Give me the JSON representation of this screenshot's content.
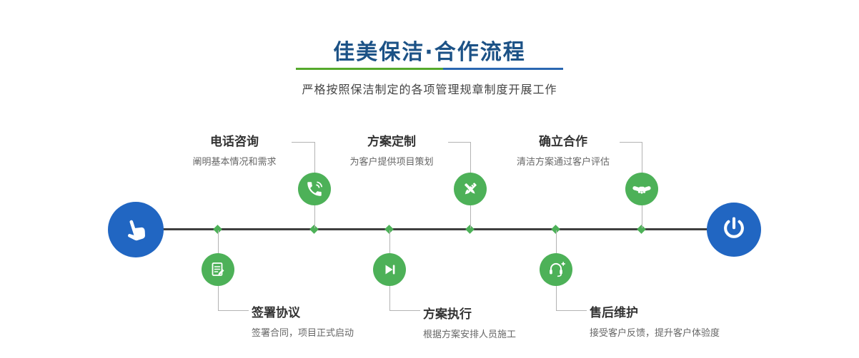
{
  "header": {
    "title": "佳美保洁·合作流程",
    "subtitle": "严格按照保洁制定的各项管理规章制度开展工作"
  },
  "steps_top": [
    {
      "title": "电话咨询",
      "desc": "阐明基本情况和需求",
      "icon": "phone-icon"
    },
    {
      "title": "方案定制",
      "desc": "为客户提供项目策划",
      "icon": "design-icon"
    },
    {
      "title": "确立合作",
      "desc": "清洁方案通过客户评估",
      "icon": "handshake-icon"
    }
  ],
  "steps_bottom": [
    {
      "title": "签署协议",
      "desc": "签署合同，项目正式启动",
      "icon": "contract-icon"
    },
    {
      "title": "方案执行",
      "desc": "根据方案安排人员施工",
      "icon": "play-icon"
    },
    {
      "title": "售后维护",
      "desc": "接受客户反馈，提升客户体验度",
      "icon": "headset-icon"
    }
  ],
  "nodes": {
    "start_icon": "pointer-hand-icon",
    "end_icon": "power-icon"
  },
  "colors": {
    "accent_green": "#4db158",
    "accent_blue": "#2166c2",
    "title_blue": "#1c5286",
    "divider_green": "#55a92c",
    "divider_blue": "#2a67b1",
    "timeline_dark": "#3f3f3f",
    "connector_gray": "#b3b3b3"
  }
}
